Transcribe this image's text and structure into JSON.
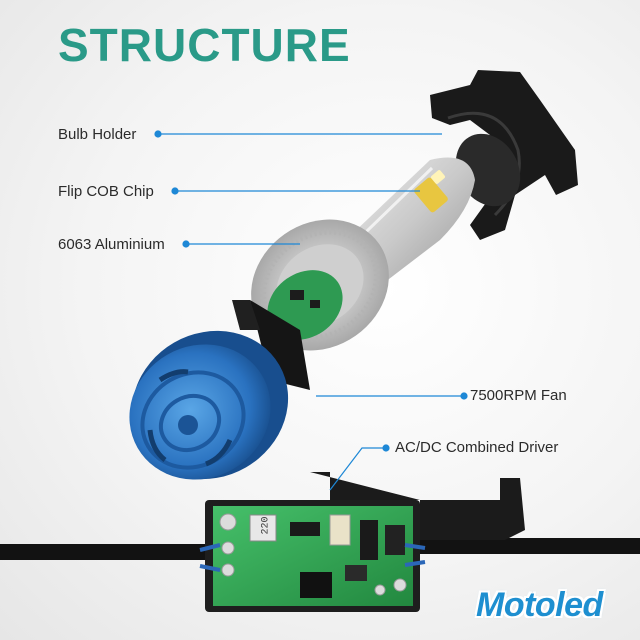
{
  "title": "STRUCTURE",
  "labels": {
    "bulb_holder": "Bulb Holder",
    "cob_chip": "Flip COB Chip",
    "aluminium": "6063 Aluminium",
    "fan": "7500RPM Fan",
    "driver": "AC/DC Combined Driver"
  },
  "board_marking": "220",
  "brand": "Motoled",
  "colors": {
    "title": "#2a9a88",
    "leader_line": "#1e88d6",
    "fan_cap": "#2f7fc8",
    "pcb": "#36b05a",
    "brand": "#1e8fd0"
  }
}
